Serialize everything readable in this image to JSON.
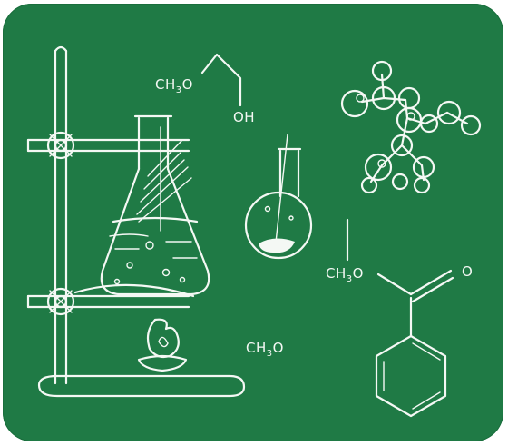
{
  "formulas": {
    "top_left": {
      "main": "CH",
      "sub": "3",
      "rest": "O"
    },
    "hydroxyl": "OH",
    "ester_left": {
      "main": "CH",
      "sub": "3",
      "rest": "O"
    },
    "ester_carbonyl": "O",
    "bottom": {
      "main": "CH",
      "sub": "3",
      "rest": "O"
    }
  },
  "colors": {
    "board": "#1f7a45",
    "chalk": "#f4f8f4"
  }
}
